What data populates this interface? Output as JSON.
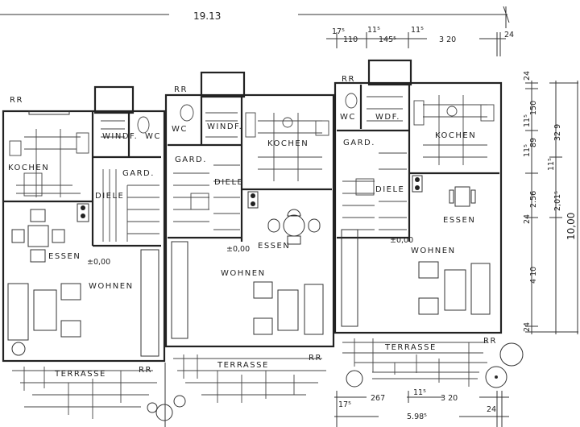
{
  "title_dimension": "19.13",
  "units": [
    {
      "kitchen": "KOCHEN",
      "windfang": "WINDF.",
      "wc": "WC",
      "garderobe": "GARD.",
      "diele": "DIELE",
      "essen": "ESSEN",
      "level": "±0,00",
      "wohnen": "WOHNEN",
      "terrasse": "TERRASSE",
      "rr_top": "RR",
      "rr_bottom": "RR"
    },
    {
      "kitchen": "KOCHEN",
      "windfang": "WINDF.",
      "wc": "WC",
      "garderobe": "GARD.",
      "diele": "DIELE",
      "essen": "ESSEN",
      "level": "±0,00",
      "wohnen": "WOHNEN",
      "terrasse": "TERRASSE",
      "rr_top": "RR",
      "rr_bottom": "RR"
    },
    {
      "kitchen": "KOCHEN",
      "windfang": "WDF.",
      "wc": "WC",
      "garderobe": "GARD.",
      "diele": "DIELE",
      "essen": "ESSEN",
      "level": "±0,00",
      "wohnen": "WOHNEN",
      "terrasse": "TERRASSE",
      "rr_top": "RR",
      "rr_bottom": "RR"
    }
  ],
  "top_dimensions": [
    "17⁵",
    "110",
    "11⁵",
    "145⁵",
    "11⁵",
    "3 20",
    "24"
  ],
  "right_dimensions": {
    "col1": [
      "24",
      "150",
      "11⁵",
      "89",
      "11⁵",
      "2.56",
      "24",
      "4 10",
      "24"
    ],
    "col2": [
      "32 9",
      "11⁵",
      "2,01⁵"
    ],
    "total": "10,00"
  },
  "bottom_dimensions": [
    "17⁵",
    "267",
    "11⁵",
    "3 20",
    "24",
    "5.98⁵"
  ]
}
